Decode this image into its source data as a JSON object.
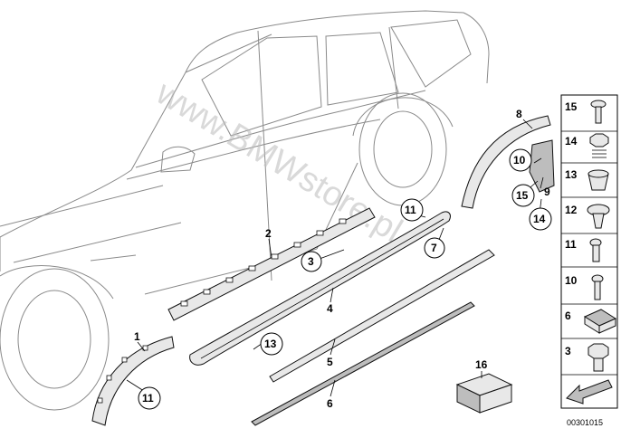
{
  "watermark": "www.BMWstore.pl",
  "catalog_number": "00301015",
  "callouts": {
    "c1": "1",
    "c2": "2",
    "c3": "3",
    "c4": "4",
    "c5": "5",
    "c6": "6",
    "c7": "7",
    "c8": "8",
    "c9": "9",
    "c10": "10",
    "c11a": "11",
    "c11b": "11",
    "c13": "13",
    "c14": "14",
    "c15": "15",
    "c16": "16"
  },
  "sidebar": [
    "15",
    "14",
    "13",
    "12",
    "11",
    "10",
    "6",
    "3"
  ]
}
